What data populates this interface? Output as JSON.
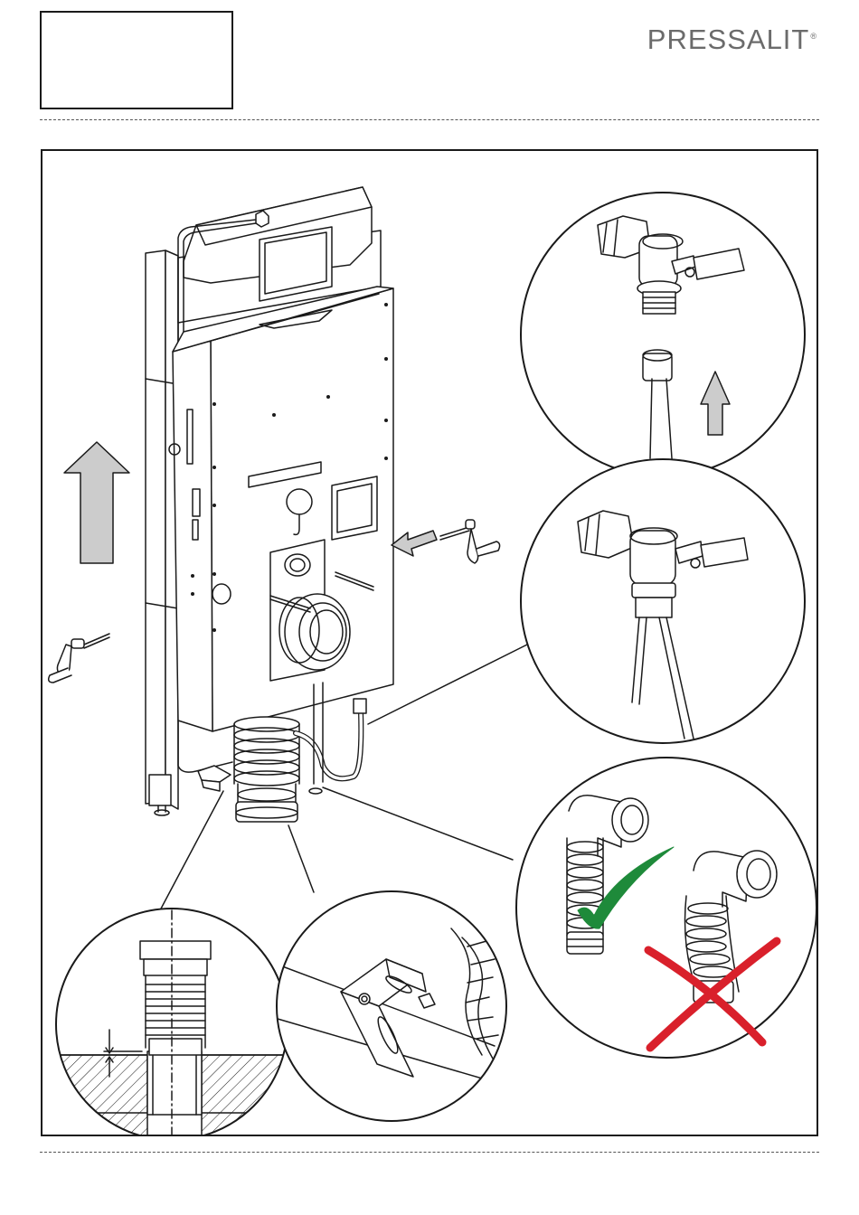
{
  "header": {
    "page_number": "",
    "logo_text": "PRESSALIT",
    "logo_mark": "®"
  },
  "illustration": {
    "main_view": "wc-installation-frame",
    "details": [
      "water-valve-detached-hose",
      "water-valve-hose-connected",
      "drain-bend-correct-incorrect",
      "drain-pipe-floor-section",
      "frame-foot-bracket"
    ],
    "colors": {
      "outline": "#1a1a1a",
      "arrow_fill": "#cccccc",
      "check_green": "#1e8a3a",
      "cross_red": "#d9202b",
      "logo_grey": "#6b6b6b"
    }
  }
}
